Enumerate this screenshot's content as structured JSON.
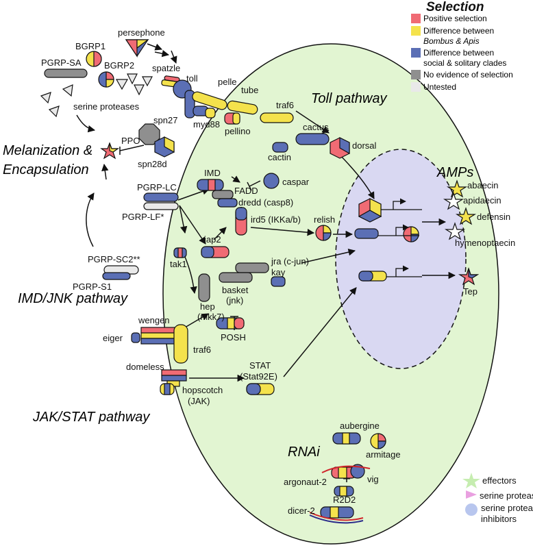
{
  "legend": {
    "title": "Selection",
    "items": [
      {
        "label": "Positive selection",
        "color": "#f06b74"
      },
      {
        "label": "Difference between",
        "label2": "Bombus & Apis",
        "color": "#f4e24c"
      },
      {
        "label": "Difference between",
        "label2": "social & solitary clades",
        "color": "#5b6fb5"
      },
      {
        "label": "No evidence of selection",
        "color": "#8f8f8f"
      },
      {
        "label": "Untested",
        "color": "#e9e9e9"
      }
    ]
  },
  "pathways": {
    "toll": "Toll pathway",
    "amps": "AMPs",
    "melanization_1": "Melanization &",
    "melanization_2": "Encapsulation",
    "imd": "IMD/JNK pathway",
    "jakstat": "JAK/STAT pathway",
    "rnai": "RNAi"
  },
  "genes": {
    "persephone": "persephone",
    "bgrp1": "BGRP1",
    "bgrp2": "BGRP2",
    "pgrp_sa": "PGRP-SA",
    "spatzle": "spatzle",
    "toll": "toll",
    "serine_proteases": "serine proteases",
    "spn27": "spn27",
    "ppo": "PPO",
    "spn28d": "spn28d",
    "pelle": "pelle",
    "tube": "tube",
    "traf6_toll": "traf6",
    "myd88": "myd88",
    "pellino": "pellino",
    "cactus": "cactus",
    "cactin": "cactin",
    "dorsal": "dorsal",
    "imd_gene": "IMD",
    "fadd": "FADD",
    "caspar": "caspar",
    "dredd": "dredd (casp8)",
    "pgrp_lc": "PGRP-LC",
    "pgrp_lf": "PGRP-LF*",
    "ird5": "ird5 (IKKa/b)",
    "relish": "relish",
    "iap2": "iap2",
    "tak1": "tak1",
    "pgrp_sc2": "PGRP-SC2**",
    "pgrp_s1": "PGRP-S1",
    "jra": "jra (c-jun)",
    "kay": "kay",
    "basket_1": "basket",
    "basket_2": "(jnk)",
    "hep_1": "hep",
    "hep_2": "(mkk7)",
    "wengen": "wengen",
    "eiger": "eiger",
    "traf6_imd": "traf6",
    "posh": "POSH",
    "domeless": "domeless",
    "stat_1": "STAT",
    "stat_2": "(Stat92E)",
    "hopscotch_1": "hopscotch",
    "hopscotch_2": "(JAK)",
    "abaecin": "abaecin",
    "apidaecin": "apidaecin",
    "defensin": "defensin",
    "hymenoptaecin": "hymenoptaecin",
    "tep": "Tep",
    "aubergine": "aubergine",
    "armitage": "armitage",
    "argonaut2": "argonaut-2",
    "vig": "vig",
    "r2d2": "R2D2",
    "dicer2": "dicer-2"
  },
  "shape_key": {
    "effectors": "effectors",
    "serine_proteases": "serine proteases",
    "inhibitors_1": "serine protease",
    "inhibitors_2": "inhibitors"
  }
}
